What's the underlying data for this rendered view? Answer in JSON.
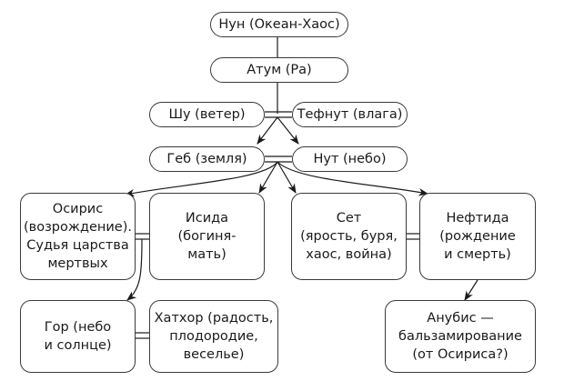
{
  "diagram": {
    "nodes": {
      "nun": "Нун (Океан-Хаос)",
      "atum": "Атум (Ра)",
      "shu": "Шу (ветер)",
      "tefnut": "Тефнут (влага)",
      "geb": "Геб (земля)",
      "nut": "Нут (небо)",
      "osiris": "Осирис\n(возрождение).\nСудья царства\nмертвых",
      "isis": "Исида\n(богиня-\nмать)",
      "set": "Сет\n(ярость, буря,\nхаос, война)",
      "nephthys": "Нефтида\n(рождение\nи смерть)",
      "horus": "Гор (небо\nи солнце)",
      "hathor": "Хатхор (радость,\nплодородие,\nвеселье)",
      "anubis": "Анубис —\nбальзамирование\n(от Осириса?)"
    },
    "edges": [
      {
        "from": "nun",
        "to": "atum",
        "type": "line"
      },
      {
        "from": "atum",
        "to": "shu-tefnut",
        "type": "line"
      },
      {
        "from": "shu",
        "to": "tefnut",
        "type": "marriage"
      },
      {
        "from": "shu-tefnut",
        "to": "geb",
        "type": "arrow"
      },
      {
        "from": "shu-tefnut",
        "to": "nut",
        "type": "arrow"
      },
      {
        "from": "geb",
        "to": "nut",
        "type": "marriage"
      },
      {
        "from": "geb-nut",
        "to": "osiris",
        "type": "arrow"
      },
      {
        "from": "geb-nut",
        "to": "isis",
        "type": "arrow"
      },
      {
        "from": "geb-nut",
        "to": "set",
        "type": "arrow"
      },
      {
        "from": "geb-nut",
        "to": "nephthys",
        "type": "arrow"
      },
      {
        "from": "osiris",
        "to": "isis",
        "type": "marriage"
      },
      {
        "from": "set",
        "to": "nephthys",
        "type": "marriage"
      },
      {
        "from": "osiris-isis",
        "to": "horus",
        "type": "arrow"
      },
      {
        "from": "horus",
        "to": "hathor",
        "type": "marriage"
      },
      {
        "from": "nephthys",
        "to": "anubis",
        "type": "arrow"
      }
    ]
  }
}
